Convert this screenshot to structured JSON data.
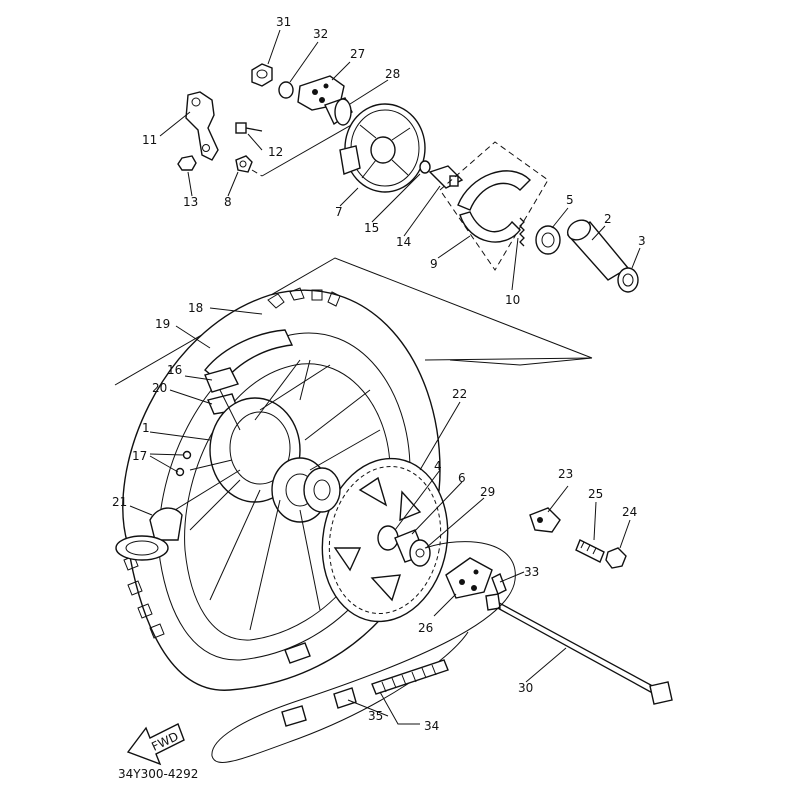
{
  "drawing_code": "34Y300-4292",
  "fwd_label": "FWD",
  "callouts": {
    "c1": "1",
    "c2": "2",
    "c3": "3",
    "c4": "4",
    "c5": "5",
    "c6": "6",
    "c7": "7",
    "c8": "8",
    "c9": "9",
    "c10": "10",
    "c11": "11",
    "c12": "12",
    "c13": "13",
    "c14": "14",
    "c15": "15",
    "c16": "16",
    "c17": "17",
    "c18": "18",
    "c19": "19",
    "c20": "20",
    "c21": "21",
    "c22": "22",
    "c23": "23",
    "c24": "24",
    "c25": "25",
    "c26": "26",
    "c27": "27",
    "c28": "28",
    "c29": "29",
    "c30": "30",
    "c31": "31",
    "c32": "32",
    "c33": "33",
    "c34": "34",
    "c35": "35"
  }
}
